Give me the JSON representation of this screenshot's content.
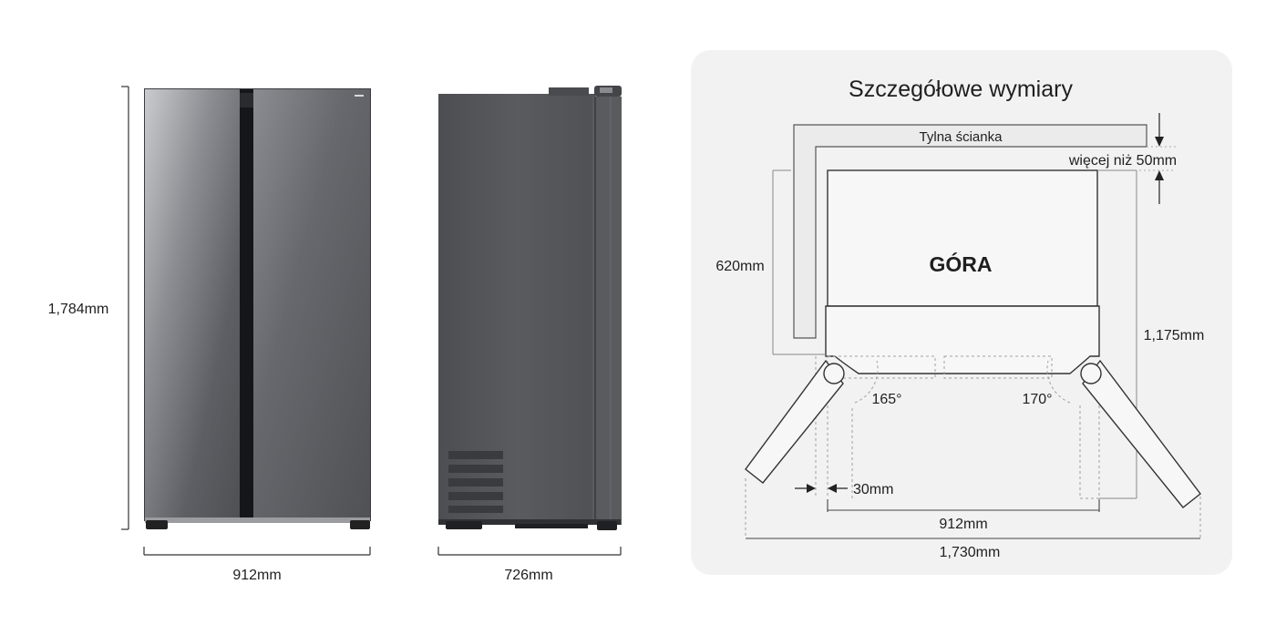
{
  "front_view": {
    "height_label": "1,784mm",
    "width_label": "912mm"
  },
  "side_view": {
    "depth_label": "726mm"
  },
  "top_view": {
    "title": "Szczegółowe wymiary",
    "back_wall_label": "Tylna ścianka",
    "clearance_label": "więcej niż 50mm",
    "top_label": "GÓRA",
    "depth_label": "620mm",
    "open_depth_label": "1,175mm",
    "left_angle_label": "165°",
    "right_angle_label": "170°",
    "side_gap_label": "30mm",
    "body_width_label": "912mm",
    "open_width_label": "1,730mm"
  },
  "colors": {
    "panel_bg": "#f2f2f2",
    "steel_dark": "#56575b",
    "steel_light": "#b9bcc0",
    "line": "#4a4a4a",
    "dashed": "#9a9a9a"
  }
}
